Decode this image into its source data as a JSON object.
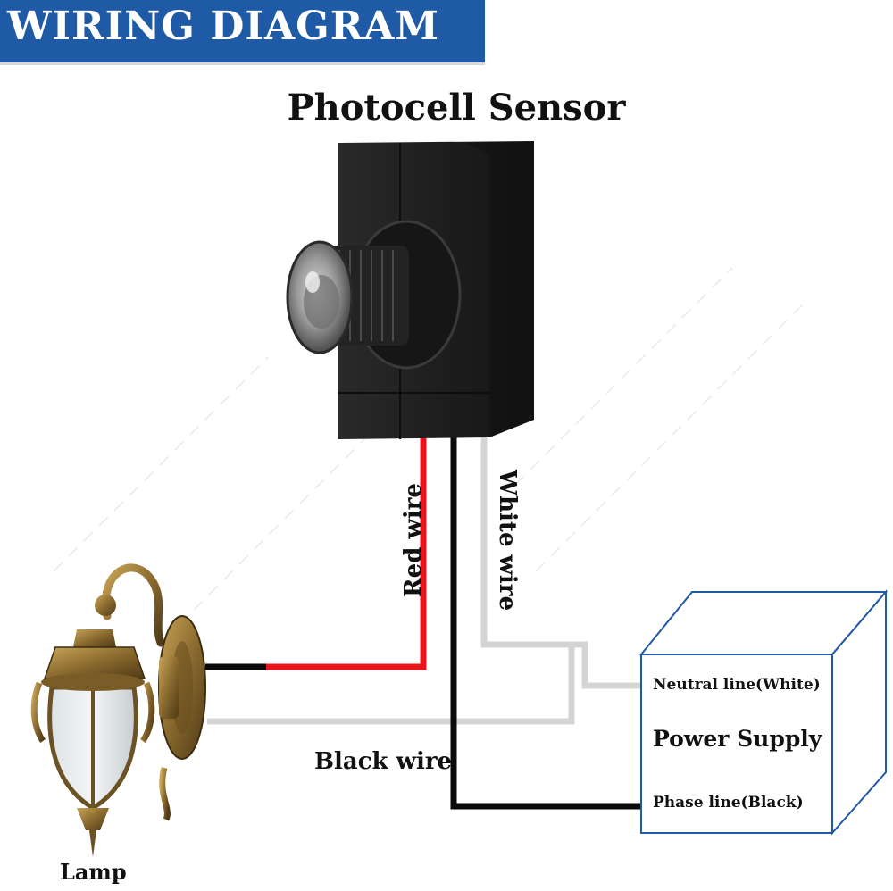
{
  "banner": {
    "text": "WIRING DIAGRAM"
  },
  "sensor": {
    "title": "Photocell Sensor"
  },
  "wires": {
    "red": "Red wire",
    "white": "White wire",
    "black": "Black wire"
  },
  "power_supply": {
    "title": "Power Supply",
    "neutral": "Neutral line(White)",
    "phase": "Phase line(Black)"
  },
  "lamp": {
    "label": "Lamp"
  },
  "colors": {
    "banner": "#1f5aa6",
    "red_wire": "#e8141b",
    "black_wire": "#0a0a0a",
    "white_wire": "#d4d4d4",
    "box_edge": "#1f5aa6"
  }
}
